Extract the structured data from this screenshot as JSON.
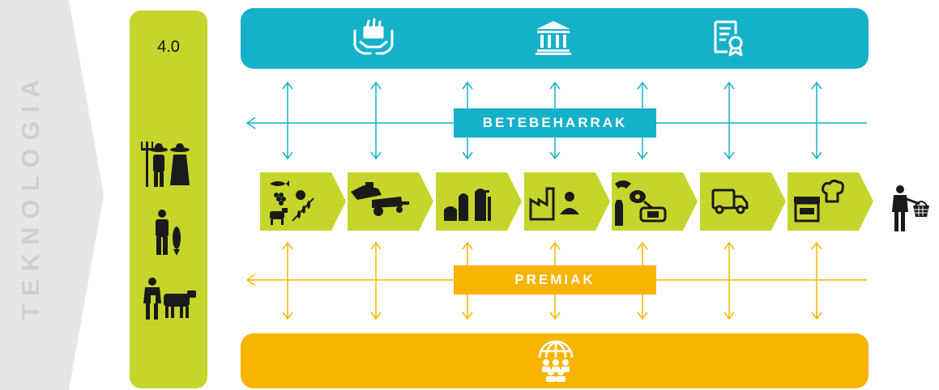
{
  "side_label": "TEKNOLOGIA",
  "version_label": "4.0",
  "requirements_label": "BETEBEHARRAK",
  "awards_label": "PREMIAK",
  "colors": {
    "blue": "#15b1c9",
    "green": "#c5d52b",
    "yellow": "#f7b400",
    "grey": "#e6e6e6",
    "dark": "#1a1a1a"
  },
  "top_icons": [
    "hands-food-basket-icon",
    "institution-building-icon",
    "certificate-document-icon"
  ],
  "bottom_icon": "global-community-icon",
  "left_icons": [
    "farmers-icon",
    "fisherman-icon",
    "livestock-farmer-icon"
  ],
  "stages": [
    {
      "icon": "primary-products-icon"
    },
    {
      "icon": "harvest-machinery-icon"
    },
    {
      "icon": "silo-storage-icon"
    },
    {
      "icon": "factory-worker-icon"
    },
    {
      "icon": "processed-food-icon"
    },
    {
      "icon": "delivery-truck-icon"
    },
    {
      "icon": "shop-chef-icon"
    }
  ],
  "end_icon": "consumer-basket-icon"
}
